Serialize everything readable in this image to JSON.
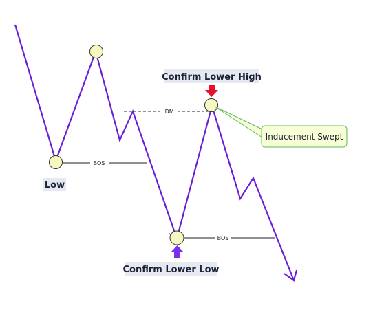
{
  "labels": {
    "low": "Low",
    "confirm_lower_high": "Confirm Lower High",
    "confirm_lower_low": "Confirm Lower Low",
    "idm": "IDM",
    "bos_1": "BOS",
    "bos_2": "BOS",
    "callout": "Inducement Swept"
  },
  "colors": {
    "price_line": "#6a1fd6",
    "swing_circle_fill": "#f7f7c0",
    "label_bg": "#e6e9f2",
    "arrow_red": "#e8112d",
    "arrow_purple": "#7a2ff0",
    "callout_fill": "#f8ffd6",
    "callout_border": "#5cb85c"
  }
}
